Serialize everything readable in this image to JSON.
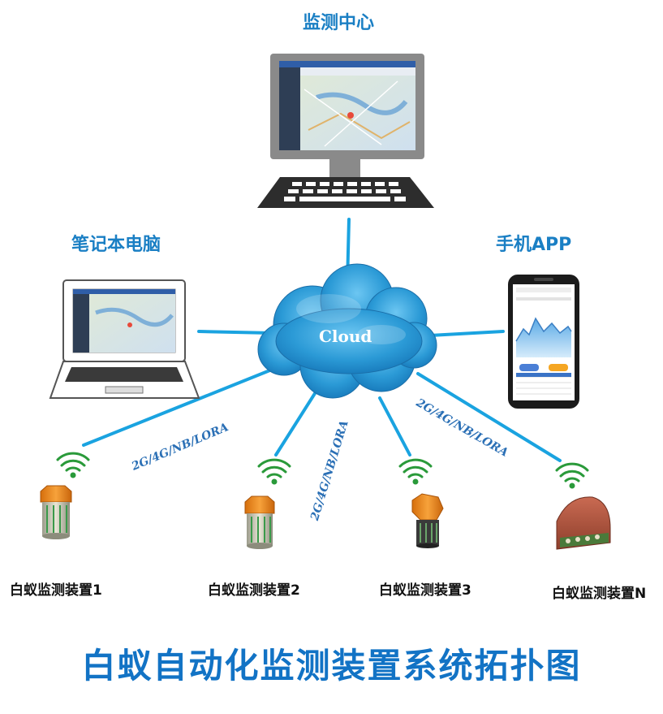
{
  "nodes": {
    "monitoring_center": "监测中心",
    "laptop": "笔记本电脑",
    "mobile_app": "手机APP",
    "cloud": "Cloud"
  },
  "link_label": "2G/4G/NB/LORA",
  "devices": [
    {
      "label": "白蚁监测装置1"
    },
    {
      "label": "白蚁监测装置2"
    },
    {
      "label": "白蚁监测装置3"
    },
    {
      "label": "白蚁监测装置N"
    }
  ],
  "title": "白蚁自动化监测装置系统拓扑图",
  "colors": {
    "link_line": "#1aa3e0",
    "title_text": "#1273c5",
    "cloud": "#2b9ad6",
    "monitor_frame": "#8a8a8a",
    "device_orange": "#f08a1a"
  },
  "icons": [
    "desktop-monitor-icon",
    "laptop-icon",
    "smartphone-icon",
    "cloud-icon",
    "wifi-signal-icon",
    "termite-trap-icon"
  ]
}
